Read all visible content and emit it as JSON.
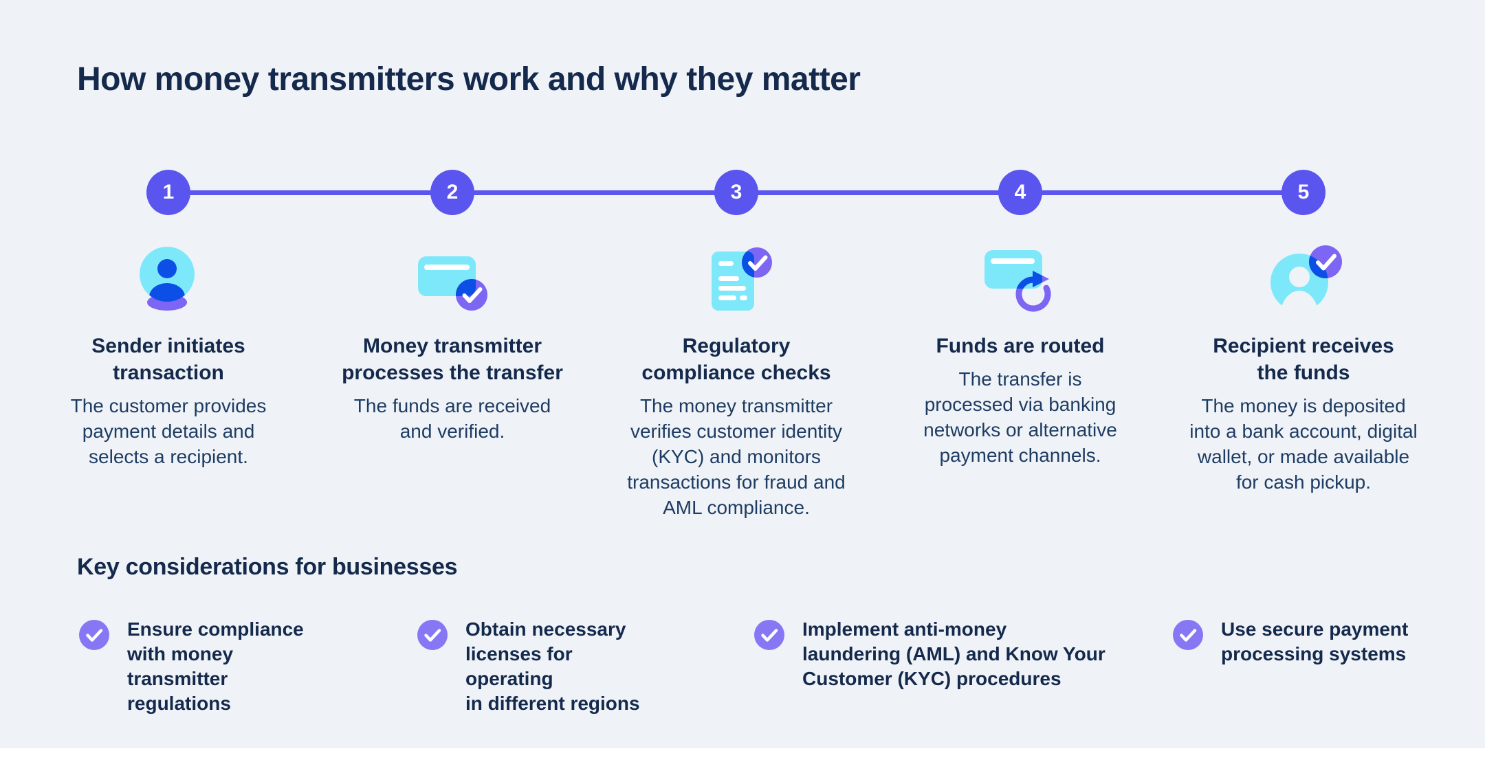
{
  "title": "How money transmitters work and why they matter",
  "colors": {
    "background": "#EFF3F8",
    "heading_navy": "#14294B",
    "body_navy": "#1E3C62",
    "timeline_purple": "#5A55EE",
    "icon_cyan": "#7DE8FA",
    "icon_blue": "#0B4FE6",
    "icon_purple": "#7C66F3",
    "check_purple": "#8678F5"
  },
  "timeline": {
    "steps": [
      {
        "number": "1",
        "icon": "sender-user-icon",
        "title": "Sender initiates\ntransaction",
        "description": "The customer provides\npayment details and\nselects a recipient."
      },
      {
        "number": "2",
        "icon": "card-check-icon",
        "title": "Money transmitter\nprocesses the transfer",
        "description": "The funds are received\nand verified."
      },
      {
        "number": "3",
        "icon": "document-check-icon",
        "title": "Regulatory\ncompliance checks",
        "description": "The money transmitter\nverifies customer identity\n(KYC) and monitors\ntransactions for fraud and\nAML compliance."
      },
      {
        "number": "4",
        "icon": "card-refresh-icon",
        "title": "Funds are routed",
        "description": "The transfer is\nprocessed via banking\nnetworks or alternative\npayment channels."
      },
      {
        "number": "5",
        "icon": "recipient-check-icon",
        "title": "Recipient receives\nthe funds",
        "description": "The money is deposited\ninto a bank account, digital\nwallet, or made available\nfor cash pickup."
      }
    ]
  },
  "considerations": {
    "heading": "Key considerations for businesses",
    "check_icon": "check-circle-icon",
    "items": [
      {
        "text": "Ensure compliance\nwith money transmitter\nregulations"
      },
      {
        "text": "Obtain necessary\nlicenses for operating\nin different regions"
      },
      {
        "text": "Implement anti-money\nlaundering (AML) and Know Your\nCustomer (KYC) procedures"
      },
      {
        "text": "Use secure payment\nprocessing systems"
      }
    ]
  }
}
